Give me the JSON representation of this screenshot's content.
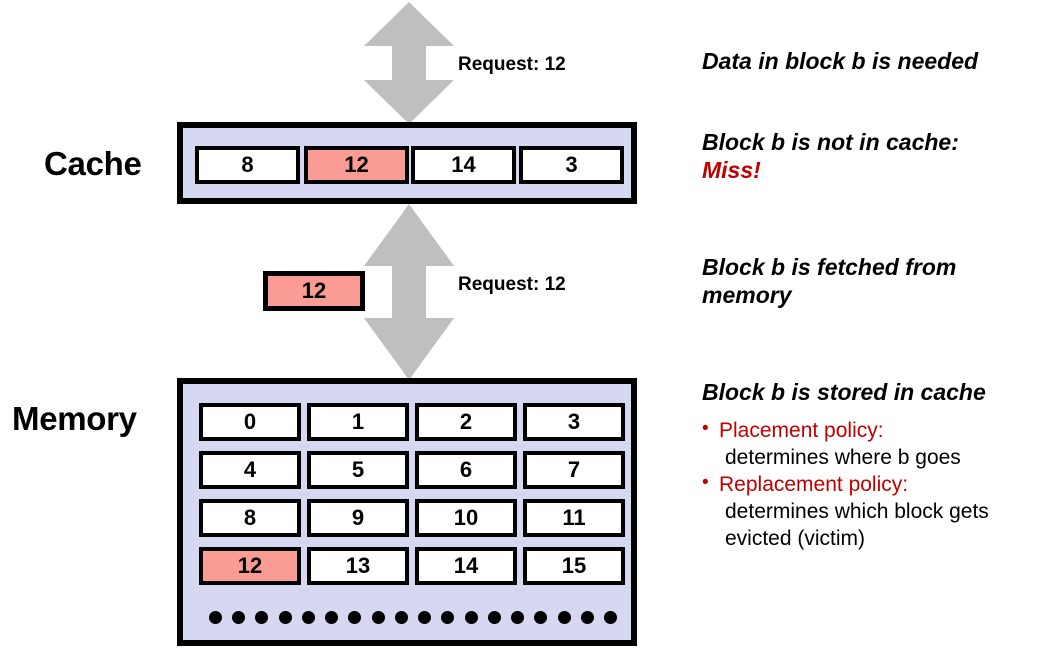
{
  "labels": {
    "cache": "Cache",
    "memory": "Memory"
  },
  "cache": {
    "cells": [
      {
        "value": "8",
        "highlighted": false
      },
      {
        "value": "12",
        "highlighted": true
      },
      {
        "value": "14",
        "highlighted": false
      },
      {
        "value": "3",
        "highlighted": false
      }
    ]
  },
  "memory": {
    "rows": [
      [
        "0",
        "1",
        "2",
        "3"
      ],
      [
        "4",
        "5",
        "6",
        "7"
      ],
      [
        "8",
        "9",
        "10",
        "11"
      ],
      [
        "12",
        "13",
        "14",
        "15"
      ]
    ],
    "highlighted_value": "12",
    "ellipsis_dot_count": 18
  },
  "fetched_block": {
    "value": "12"
  },
  "arrows": {
    "top": {
      "caption": "Request: 12",
      "direction": "double-vertical"
    },
    "bottom": {
      "caption": "Request: 12",
      "direction": "double-vertical"
    }
  },
  "notes": {
    "needed": "Data in block b is needed",
    "miss_line1": "Block b is not in cache:",
    "miss_line2": "Miss!",
    "fetched": "Block b is fetched from memory",
    "stored": "Block b is stored in cache",
    "bullets": [
      {
        "term": "Placement policy:",
        "description": "determines where b goes"
      },
      {
        "term": "Replacement policy:",
        "description": "determines which block gets evicted (victim)"
      }
    ]
  },
  "colors": {
    "highlight_pink": "#fa9c94",
    "bank_lavender": "#d6d8f2",
    "arrow_gray": "#bfbfbf",
    "accent_red": "#c00000",
    "outline_black": "#000000"
  }
}
